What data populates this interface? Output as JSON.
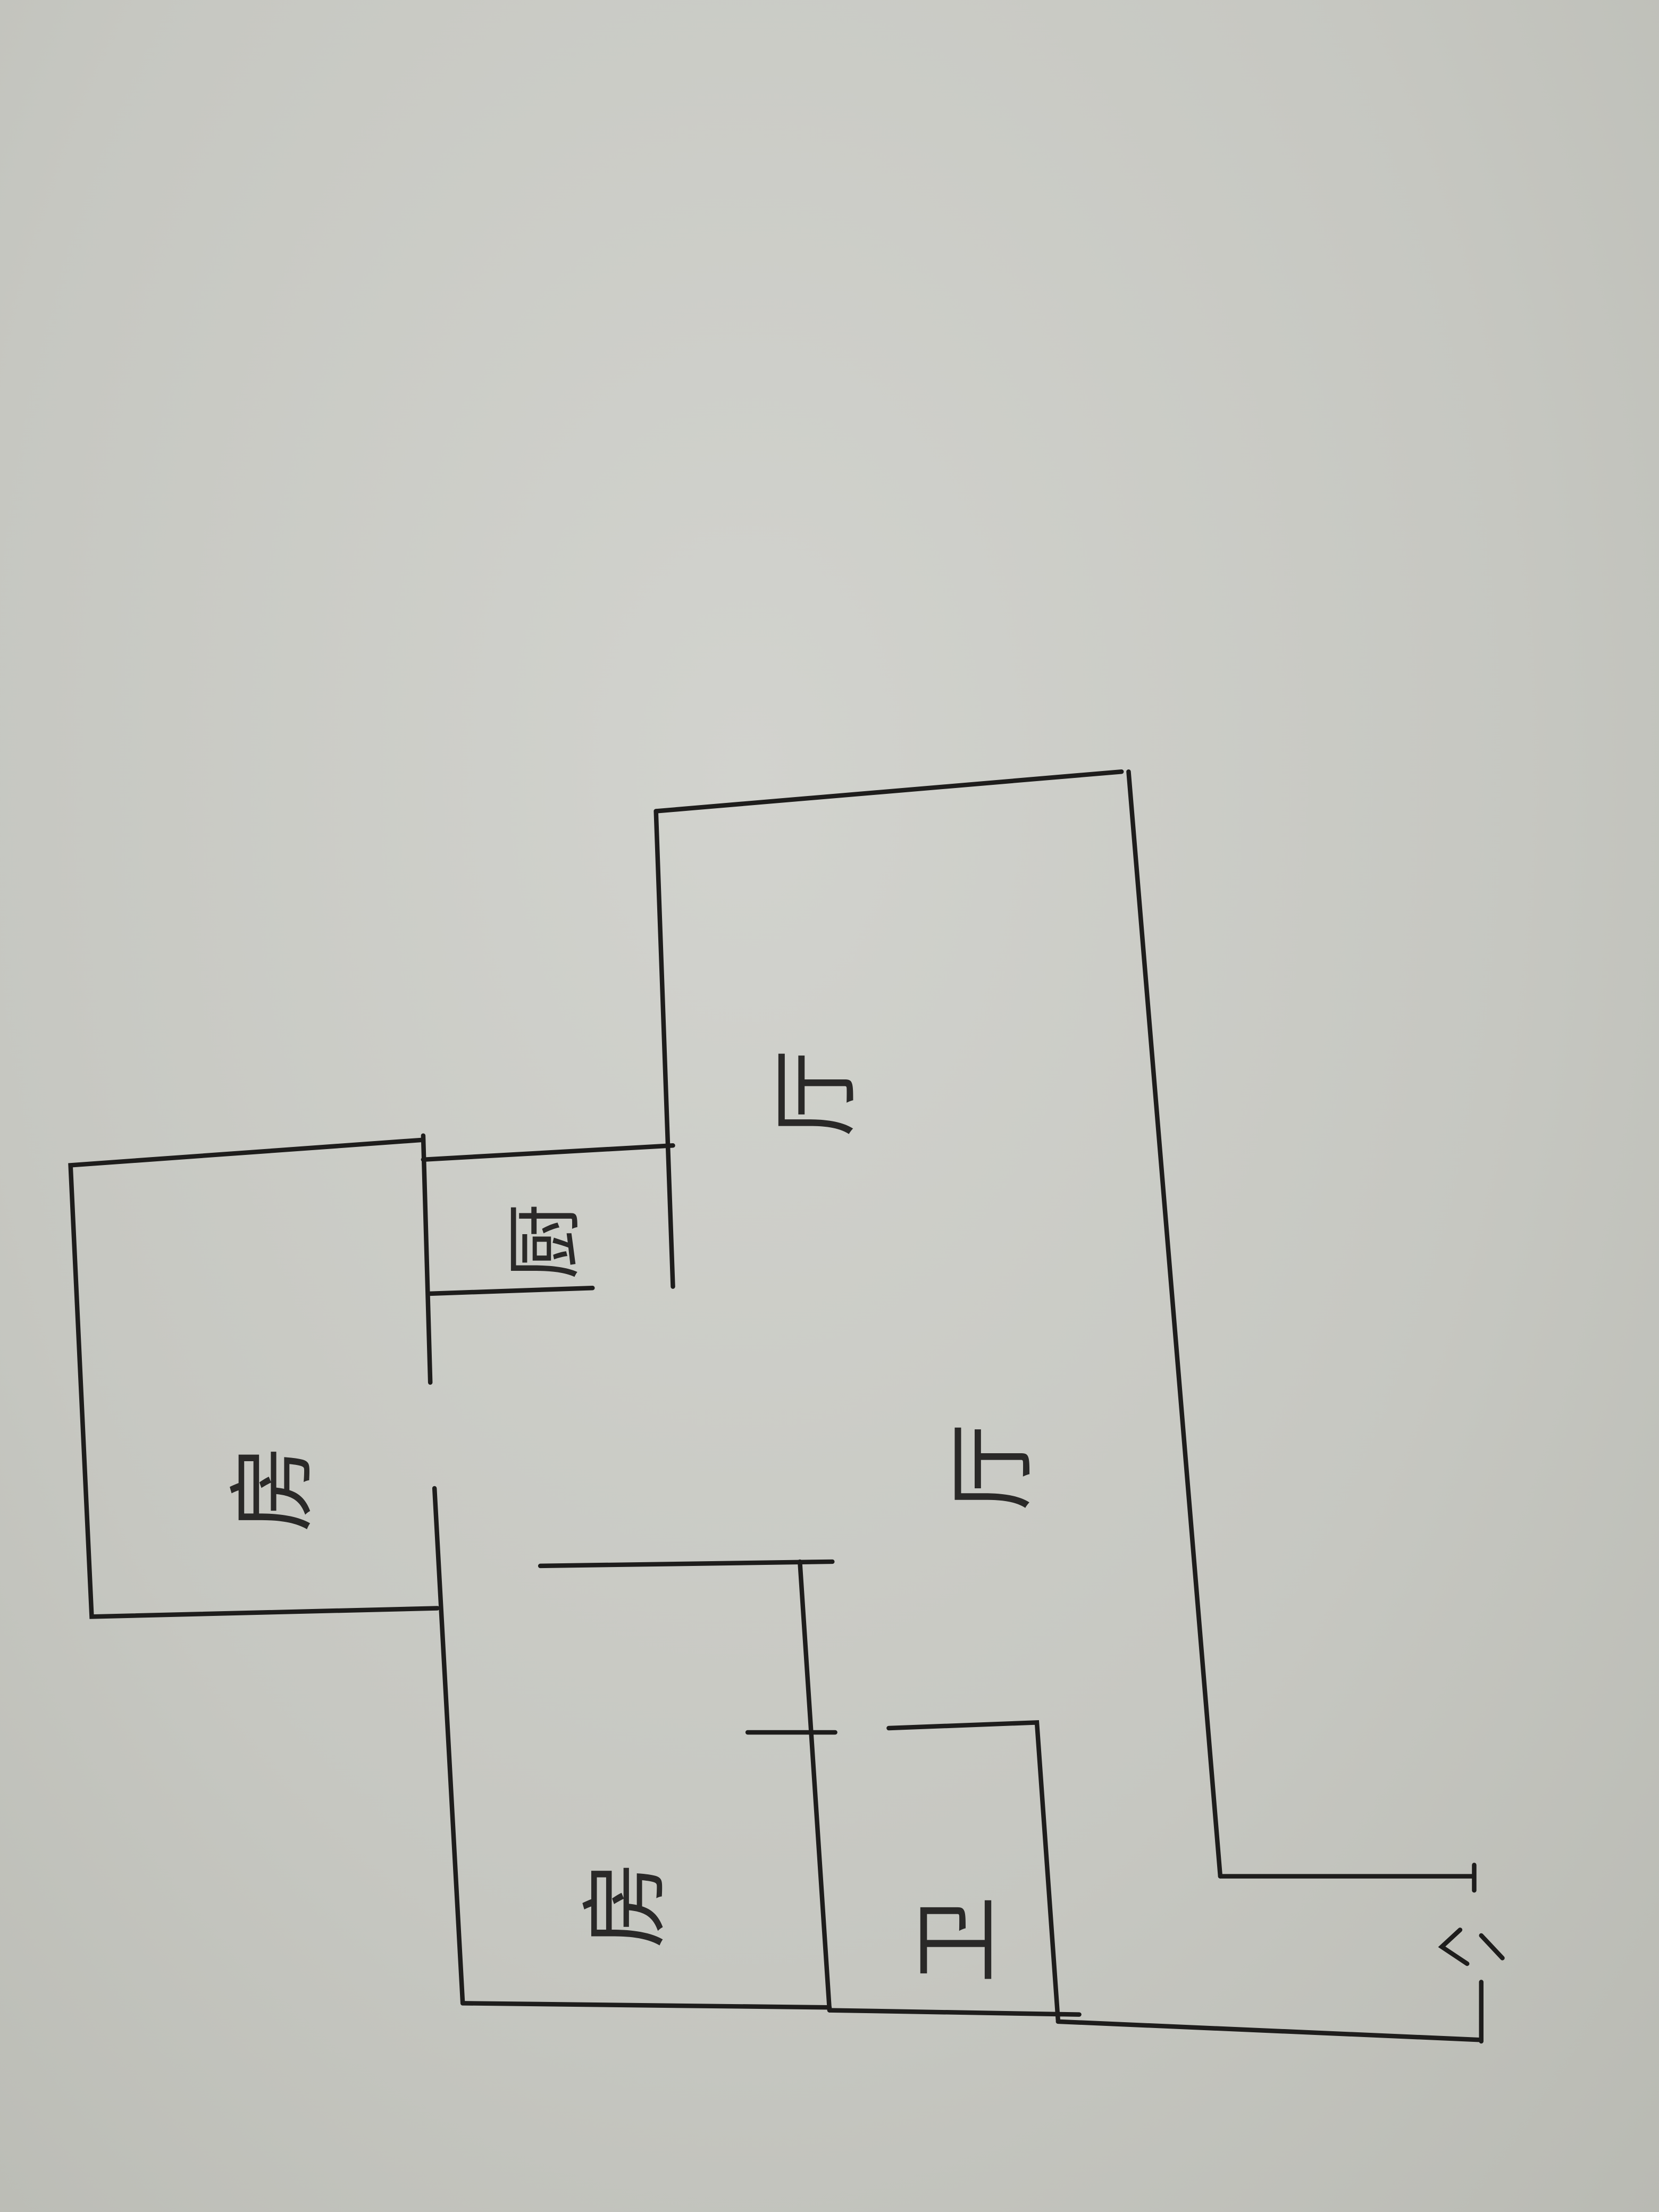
{
  "plan": {
    "rooms": [
      {
        "id": "living-upper",
        "label": "厅"
      },
      {
        "id": "kitchen",
        "label": "厨"
      },
      {
        "id": "living-lower",
        "label": "厅"
      },
      {
        "id": "bedroom-1",
        "label": "房"
      },
      {
        "id": "bedroom-2",
        "label": "房"
      },
      {
        "id": "bathroom",
        "label": "卫"
      }
    ],
    "entrance_arrow": "←"
  },
  "colors": {
    "paper": "#c9cac5",
    "ink": "#1e1d1c"
  }
}
